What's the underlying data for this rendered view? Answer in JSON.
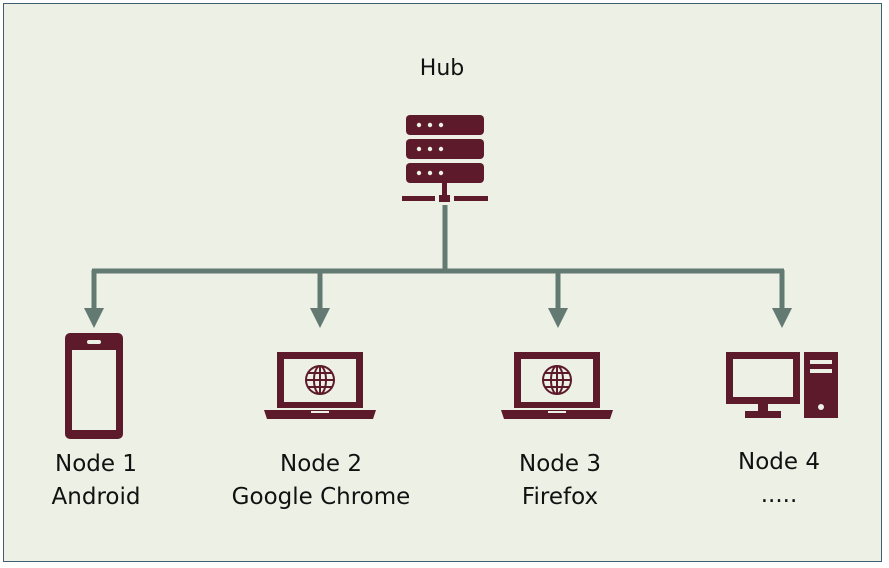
{
  "colors": {
    "background": "#edf0e5",
    "border": "#3f5f72",
    "icon": "#5d1a2b",
    "connector": "#637a73"
  },
  "hub": {
    "label": "Hub",
    "icon": "server-icon"
  },
  "nodes": [
    {
      "title": "Node 1",
      "subtitle": "Android",
      "icon": "smartphone-icon"
    },
    {
      "title": "Node 2",
      "subtitle": "Google Chrome",
      "icon": "laptop-globe-icon"
    },
    {
      "title": "Node 3",
      "subtitle": "Firefox",
      "icon": "laptop-globe-icon"
    },
    {
      "title": "Node 4",
      "subtitle": ".....",
      "icon": "desktop-computer-icon"
    }
  ]
}
